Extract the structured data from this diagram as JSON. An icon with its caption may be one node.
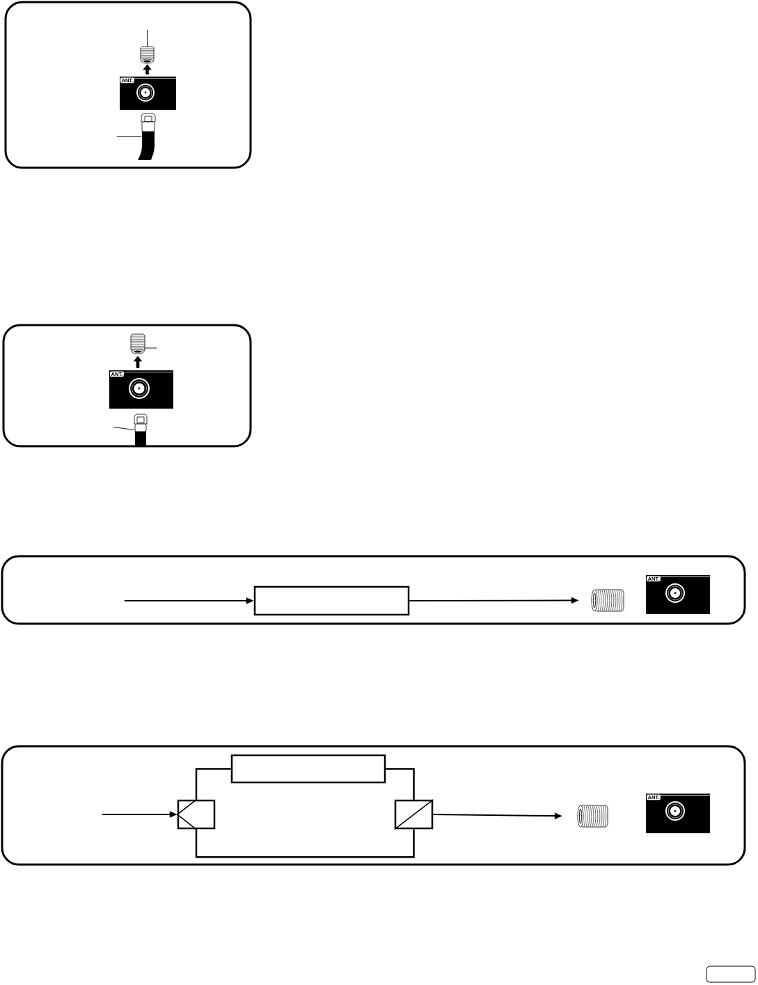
{
  "diagram": {
    "nodes": [
      {
        "text": [],
        "shape": "box"
      },
      {
        "text": [],
        "shape": "picture",
        "in": 0
      },
      {
        "text": [
          "ANT."
        ],
        "in": 0
      },
      {
        "text": [],
        "shape": "picture",
        "in": 0
      },
      {
        "text": [],
        "shape": "box"
      },
      {
        "text": [],
        "shape": "picture",
        "in": 4
      },
      {
        "text": [
          "ANT."
        ],
        "in": 4
      },
      {
        "text": [],
        "shape": "picture",
        "in": 4
      },
      {
        "text": [],
        "shape": "box"
      },
      {
        "text": [],
        "shape": "box",
        "in": 8
      },
      {
        "text": [],
        "shape": "picture",
        "in": 8
      },
      {
        "text": [
          "ANT."
        ],
        "in": 8
      },
      {
        "text": [],
        "shape": "box"
      },
      {
        "text": [],
        "shape": "box",
        "in": 12
      },
      {
        "text": [],
        "shape": "box",
        "in": 12
      },
      {
        "text": [],
        "shape": "box",
        "in": 12
      },
      {
        "text": [],
        "shape": "picture",
        "in": 12
      },
      {
        "text": [
          "ANT."
        ],
        "in": 12
      },
      {
        "text": [],
        "shape": "box"
      }
    ],
    "edges": [
      {
        "from": 2,
        "to": 1,
        "arrow": "to",
        "style": "thick"
      },
      {
        "from": null,
        "to": 1,
        "arrow": "none"
      },
      {
        "from": null,
        "to": 3,
        "arrow": "none"
      },
      {
        "from": 6,
        "to": 5,
        "arrow": "to",
        "style": "thick"
      },
      {
        "from": null,
        "to": 5,
        "arrow": "none"
      },
      {
        "from": null,
        "to": 7,
        "arrow": "none"
      },
      {
        "from": null,
        "to": 9,
        "arrow": "to"
      },
      {
        "from": 9,
        "to": 10,
        "arrow": "to"
      },
      {
        "from": null,
        "to": 14,
        "arrow": "to"
      },
      {
        "from": 14,
        "to": 13,
        "arrow": "none"
      },
      {
        "from": 13,
        "to": 15,
        "arrow": "none"
      },
      {
        "from": 14,
        "to": 15,
        "arrow": "none"
      },
      {
        "from": 15,
        "to": 16,
        "arrow": "to"
      }
    ]
  }
}
